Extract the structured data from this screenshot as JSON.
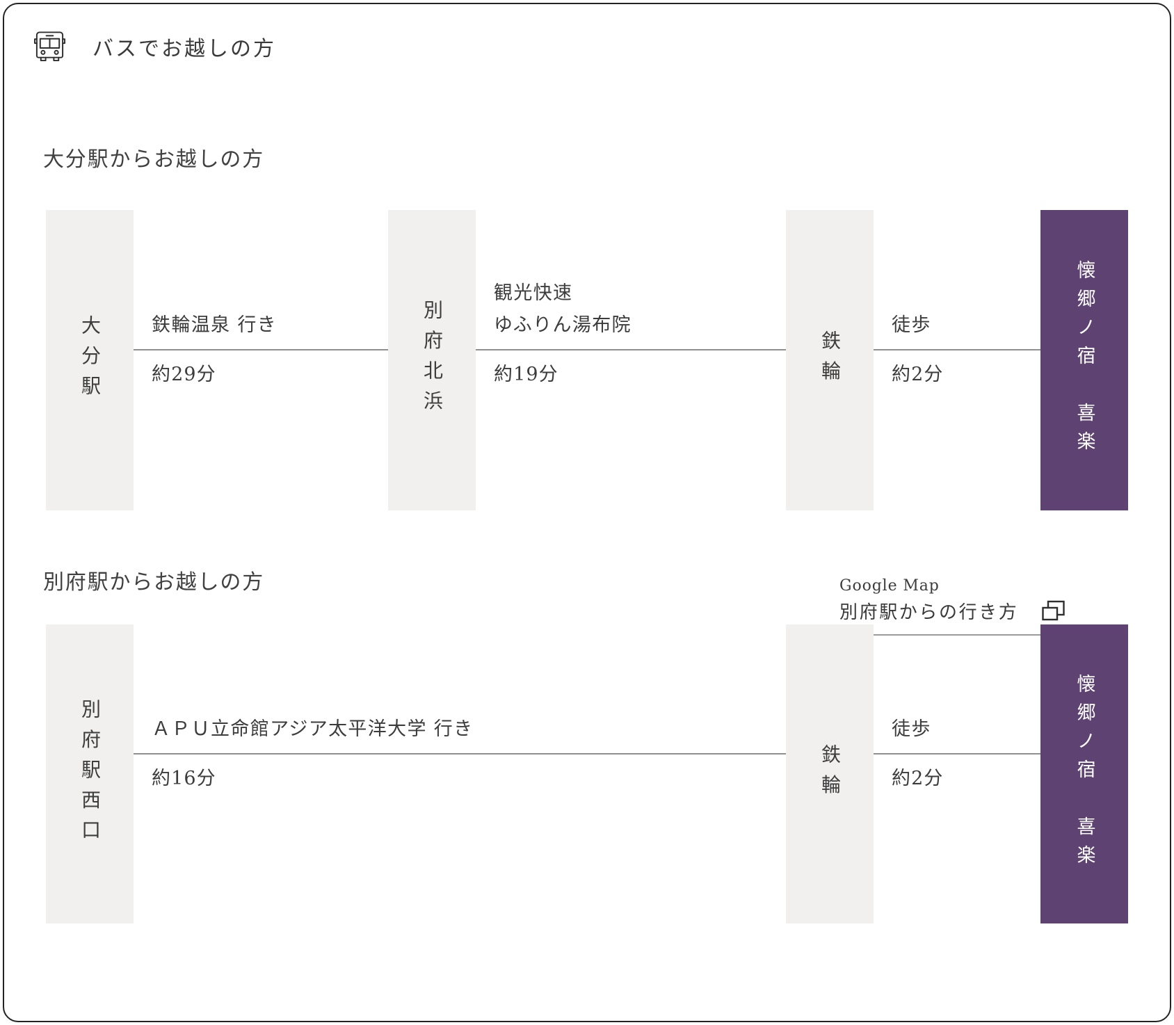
{
  "title": "バスでお越しの方",
  "section_oita": {
    "heading": "大分駅からお越しの方",
    "flow": {
      "station_start": "大分駅",
      "leg1_route": "鉄輪温泉 行き",
      "leg1_duration": "約29分",
      "station_mid": "別府北浜",
      "leg2_route_line1": "観光快速",
      "leg2_route_line2": "ゆふりん湯布院",
      "leg2_duration": "約19分",
      "station_kannawa": "鉄輪",
      "leg3_route": "徒歩",
      "leg3_duration": "約2分",
      "destination": "懐郷ノ宿　喜楽"
    }
  },
  "google_map": {
    "label": "Google Map",
    "link_text": "別府駅からの行き方"
  },
  "section_beppu": {
    "heading": "別府駅からお越しの方",
    "flow": {
      "station_start": "別府駅西口",
      "leg1_route": "ＡＰＵ立命館アジア太平洋大学 行き",
      "leg1_duration": "約16分",
      "station_kannawa": "鉄輪",
      "leg2_route": "徒歩",
      "leg2_duration": "約2分",
      "destination": "懐郷ノ宿　喜楽"
    }
  },
  "colors": {
    "accent_purple": "#5e4272",
    "station_gray": "#f1f0ee",
    "divider_gray": "#8f8f8f"
  }
}
